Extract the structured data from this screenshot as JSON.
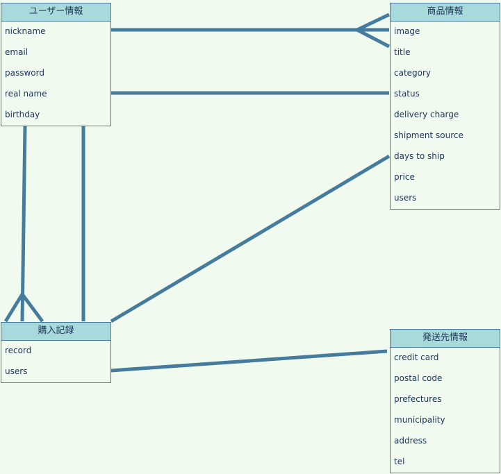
{
  "entities": {
    "user": {
      "title": "ユーザー情報",
      "attributes": [
        "nickname",
        "email",
        "password",
        "real name",
        "birthday"
      ]
    },
    "item": {
      "title": "商品情報",
      "attributes": [
        "image",
        "title",
        "category",
        "status",
        "delivery charge",
        "shipment source",
        "days to ship",
        "price",
        "users"
      ]
    },
    "purchase": {
      "title": "購入記録",
      "attributes": [
        "record",
        "users"
      ]
    },
    "shipping": {
      "title": "発送先情報",
      "attributes": [
        "credit card",
        "postal code",
        "prefectures",
        "municipality",
        "address",
        "tel"
      ]
    }
  },
  "colors": {
    "background": "#f1faee",
    "header_fill": "#a8dadc",
    "line": "#457b9d",
    "text": "#1d3557"
  }
}
